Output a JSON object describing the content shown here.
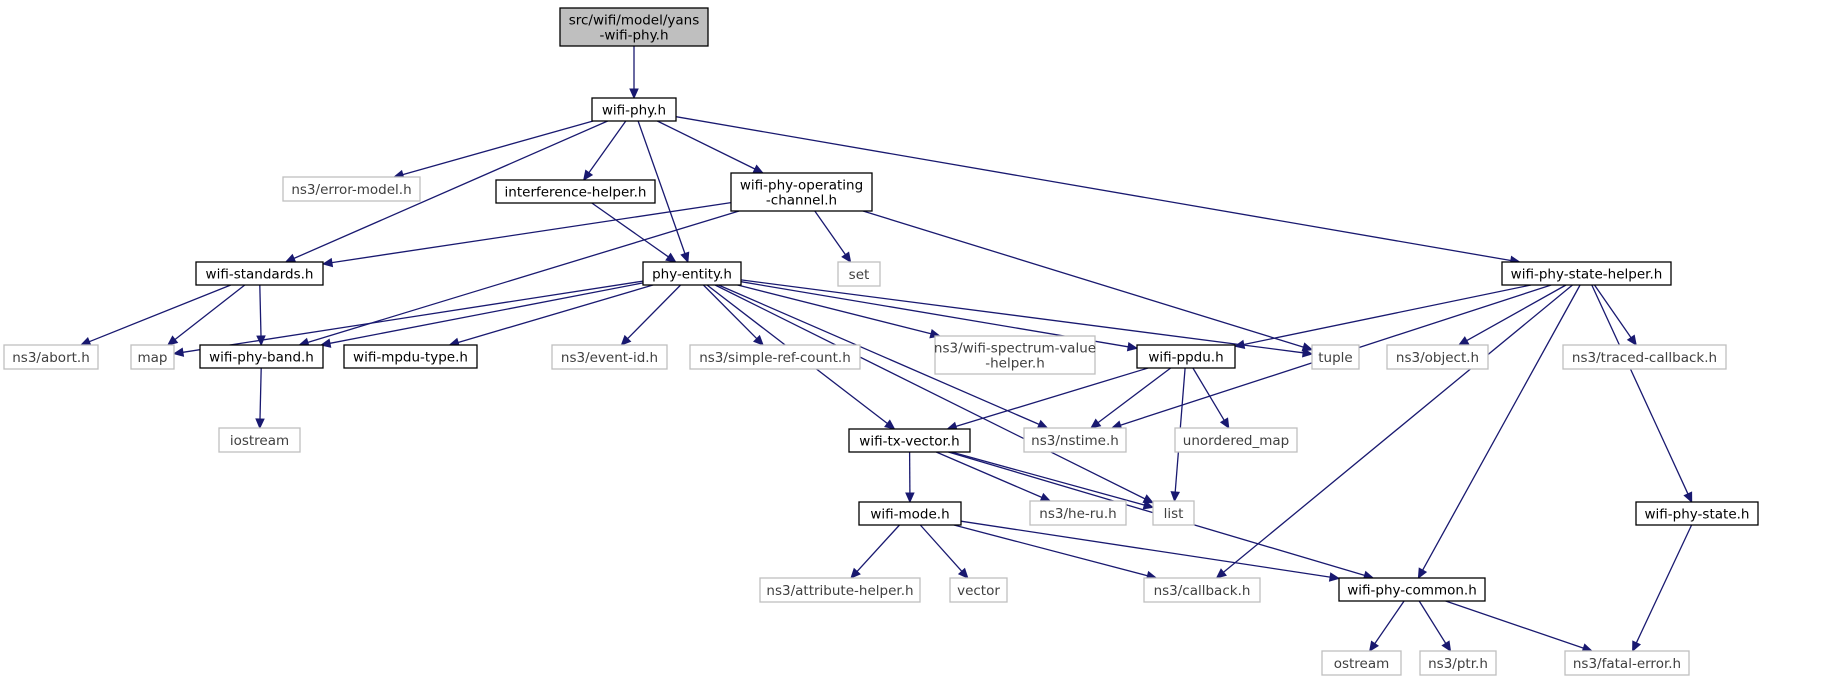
{
  "diagram": {
    "nodes": [
      {
        "id": "root",
        "kind": "root",
        "lines": [
          "src/wifi/model/yans",
          "-wifi-phy.h"
        ]
      },
      {
        "id": "wifi_phy",
        "kind": "local",
        "lines": [
          "wifi-phy.h"
        ]
      },
      {
        "id": "error_model",
        "kind": "external",
        "lines": [
          "ns3/error-model.h"
        ]
      },
      {
        "id": "interference",
        "kind": "local",
        "lines": [
          "interference-helper.h"
        ]
      },
      {
        "id": "op_channel",
        "kind": "local",
        "lines": [
          "wifi-phy-operating",
          "-channel.h"
        ]
      },
      {
        "id": "set",
        "kind": "external",
        "lines": [
          "set"
        ]
      },
      {
        "id": "wifi_standards",
        "kind": "local",
        "lines": [
          "wifi-standards.h"
        ]
      },
      {
        "id": "phy_entity",
        "kind": "local",
        "lines": [
          "phy-entity.h"
        ]
      },
      {
        "id": "state_helper",
        "kind": "local",
        "lines": [
          "wifi-phy-state-helper.h"
        ]
      },
      {
        "id": "abort",
        "kind": "external",
        "lines": [
          "ns3/abort.h"
        ]
      },
      {
        "id": "map",
        "kind": "external",
        "lines": [
          "map"
        ]
      },
      {
        "id": "phy_band",
        "kind": "local",
        "lines": [
          "wifi-phy-band.h"
        ]
      },
      {
        "id": "mpdu_type",
        "kind": "local",
        "lines": [
          "wifi-mpdu-type.h"
        ]
      },
      {
        "id": "event_id",
        "kind": "external",
        "lines": [
          "ns3/event-id.h"
        ]
      },
      {
        "id": "simple_ref",
        "kind": "external",
        "lines": [
          "ns3/simple-ref-count.h"
        ]
      },
      {
        "id": "spectrum",
        "kind": "external",
        "lines": [
          "ns3/wifi-spectrum-value",
          "-helper.h"
        ]
      },
      {
        "id": "ppdu",
        "kind": "local",
        "lines": [
          "wifi-ppdu.h"
        ]
      },
      {
        "id": "tuple",
        "kind": "external",
        "lines": [
          "tuple"
        ]
      },
      {
        "id": "object",
        "kind": "external",
        "lines": [
          "ns3/object.h"
        ]
      },
      {
        "id": "traced_cb",
        "kind": "external",
        "lines": [
          "ns3/traced-callback.h"
        ]
      },
      {
        "id": "iostream",
        "kind": "external",
        "lines": [
          "iostream"
        ]
      },
      {
        "id": "tx_vector",
        "kind": "local",
        "lines": [
          "wifi-tx-vector.h"
        ]
      },
      {
        "id": "nstime",
        "kind": "external",
        "lines": [
          "ns3/nstime.h"
        ]
      },
      {
        "id": "unordered_map",
        "kind": "external",
        "lines": [
          "unordered_map"
        ]
      },
      {
        "id": "wifi_mode",
        "kind": "local",
        "lines": [
          "wifi-mode.h"
        ]
      },
      {
        "id": "he_ru",
        "kind": "external",
        "lines": [
          "ns3/he-ru.h"
        ]
      },
      {
        "id": "list",
        "kind": "external",
        "lines": [
          "list"
        ]
      },
      {
        "id": "phy_state",
        "kind": "local",
        "lines": [
          "wifi-phy-state.h"
        ]
      },
      {
        "id": "attr_helper",
        "kind": "external",
        "lines": [
          "ns3/attribute-helper.h"
        ]
      },
      {
        "id": "vector",
        "kind": "external",
        "lines": [
          "vector"
        ]
      },
      {
        "id": "callback",
        "kind": "external",
        "lines": [
          "ns3/callback.h"
        ]
      },
      {
        "id": "phy_common",
        "kind": "local",
        "lines": [
          "wifi-phy-common.h"
        ]
      },
      {
        "id": "ostream",
        "kind": "external",
        "lines": [
          "ostream"
        ]
      },
      {
        "id": "ptr",
        "kind": "external",
        "lines": [
          "ns3/ptr.h"
        ]
      },
      {
        "id": "fatal_error",
        "kind": "external",
        "lines": [
          "ns3/fatal-error.h"
        ]
      }
    ],
    "edges": [
      [
        "root",
        "wifi_phy"
      ],
      [
        "wifi_phy",
        "error_model"
      ],
      [
        "wifi_phy",
        "interference"
      ],
      [
        "wifi_phy",
        "op_channel"
      ],
      [
        "wifi_phy",
        "wifi_standards"
      ],
      [
        "wifi_phy",
        "phy_entity"
      ],
      [
        "wifi_phy",
        "state_helper"
      ],
      [
        "interference",
        "phy_entity"
      ],
      [
        "op_channel",
        "set"
      ],
      [
        "op_channel",
        "wifi_standards"
      ],
      [
        "op_channel",
        "phy_band"
      ],
      [
        "op_channel",
        "tuple"
      ],
      [
        "wifi_standards",
        "abort"
      ],
      [
        "wifi_standards",
        "map"
      ],
      [
        "wifi_standards",
        "phy_band"
      ],
      [
        "phy_entity",
        "map"
      ],
      [
        "phy_entity",
        "phy_band"
      ],
      [
        "phy_entity",
        "mpdu_type"
      ],
      [
        "phy_entity",
        "event_id"
      ],
      [
        "phy_entity",
        "simple_ref"
      ],
      [
        "phy_entity",
        "spectrum"
      ],
      [
        "phy_entity",
        "ppdu"
      ],
      [
        "phy_entity",
        "tuple"
      ],
      [
        "phy_entity",
        "list"
      ],
      [
        "phy_entity",
        "nstime"
      ],
      [
        "phy_entity",
        "tx_vector"
      ],
      [
        "state_helper",
        "ppdu"
      ],
      [
        "state_helper",
        "object"
      ],
      [
        "state_helper",
        "traced_cb"
      ],
      [
        "state_helper",
        "nstime"
      ],
      [
        "state_helper",
        "callback"
      ],
      [
        "state_helper",
        "phy_state"
      ],
      [
        "state_helper",
        "phy_common"
      ],
      [
        "phy_band",
        "iostream"
      ],
      [
        "ppdu",
        "tx_vector"
      ],
      [
        "ppdu",
        "nstime"
      ],
      [
        "ppdu",
        "unordered_map"
      ],
      [
        "ppdu",
        "list"
      ],
      [
        "tx_vector",
        "wifi_mode"
      ],
      [
        "tx_vector",
        "he_ru"
      ],
      [
        "tx_vector",
        "list"
      ],
      [
        "tx_vector",
        "phy_common"
      ],
      [
        "wifi_mode",
        "attr_helper"
      ],
      [
        "wifi_mode",
        "vector"
      ],
      [
        "wifi_mode",
        "callback"
      ],
      [
        "wifi_mode",
        "phy_common"
      ],
      [
        "phy_state",
        "fatal_error"
      ],
      [
        "phy_common",
        "ostream"
      ],
      [
        "phy_common",
        "ptr"
      ],
      [
        "phy_common",
        "fatal_error"
      ]
    ]
  }
}
